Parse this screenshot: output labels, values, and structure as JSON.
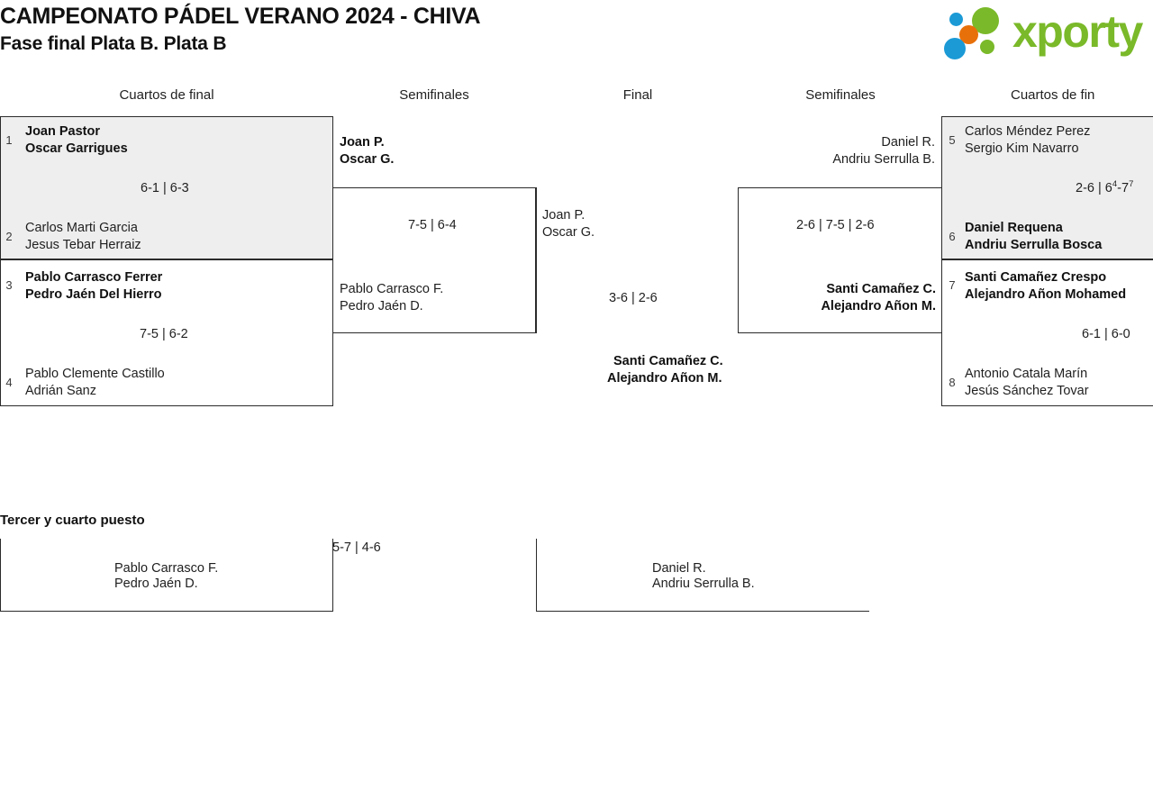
{
  "header": {
    "tournament_title": "CAMPEONATO PÁDEL VERANO 2024 - CHIVA",
    "phase_title": "Fase final Plata B. Plata B",
    "logo_text": "xporty",
    "logo_colors": {
      "green": "#7ab929",
      "blue": "#1b9ad6",
      "orange": "#e8700a"
    }
  },
  "round_headers": {
    "left_quarters": "Cuartos de final",
    "left_semis": "Semifinales",
    "final": "Final",
    "right_semis": "Semifinales",
    "right_quarters": "Cuartos de fin"
  },
  "bracket": {
    "left_quarterfinals": [
      {
        "score": "6-1 | 6-3",
        "top": {
          "seed": "1",
          "player1": "Joan Pastor",
          "player2": "Oscar Garrigues",
          "winner": true
        },
        "bottom": {
          "seed": "2",
          "player1": "Carlos Marti Garcia",
          "player2": "Jesus Tebar Herraiz",
          "winner": false
        }
      },
      {
        "score": "7-5 | 6-2",
        "top": {
          "seed": "3",
          "player1": "Pablo Carrasco Ferrer",
          "player2": "Pedro Jaén Del Hierro",
          "winner": true
        },
        "bottom": {
          "seed": "4",
          "player1": "Pablo Clemente Castillo",
          "player2": "Adrián Sanz",
          "winner": false
        }
      }
    ],
    "left_semifinal": {
      "score": "7-5 | 6-4",
      "top": {
        "player1": "Joan P.",
        "player2": "Oscar G.",
        "winner": true
      },
      "bottom": {
        "player1": "Pablo Carrasco F.",
        "player2": "Pedro Jaén D.",
        "winner": false
      }
    },
    "final_match": {
      "score": "3-6 | 2-6",
      "top": {
        "player1": "Joan P.",
        "player2": "Oscar G.",
        "winner": false
      },
      "bottom": {
        "player1": "Santi Camañez C.",
        "player2": "Alejandro Añon M.",
        "winner": true
      }
    },
    "right_semifinal": {
      "score": "2-6 | 7-5 | 2-6",
      "top": {
        "player1": "Daniel R.",
        "player2": "Andriu Serrulla B.",
        "winner": false
      },
      "bottom": {
        "player1": "Santi Camañez C.",
        "player2": "Alejandro Añon M.",
        "winner": true
      }
    },
    "right_quarterfinals": [
      {
        "score_prefix": "2-6 | 6",
        "score_sup1": "4",
        "score_mid": "-7",
        "score_sup2": "7",
        "top": {
          "seed": "5",
          "player1": "Carlos Méndez Perez",
          "player2": "Sergio Kim Navarro",
          "winner": false
        },
        "bottom": {
          "seed": "6",
          "player1": "Daniel Requena",
          "player2": "Andriu Serrulla Bosca",
          "winner": true
        }
      },
      {
        "score": "6-1 | 6-0",
        "top": {
          "seed": "7",
          "player1": "Santi Camañez Crespo",
          "player2": "Alejandro Añon Mohamed",
          "winner": true
        },
        "bottom": {
          "seed": "8",
          "player1": "Antonio Catala Marín",
          "player2": "Jesús Sánchez Tovar",
          "winner": false
        }
      }
    ]
  },
  "third_place": {
    "title": "Tercer y cuarto puesto",
    "score": "5-7 | 4-6",
    "left_team": {
      "player1": "Pablo Carrasco F.",
      "player2": "Pedro Jaén D."
    },
    "right_team": {
      "player1": "Daniel R.",
      "player2": "Andriu Serrulla B."
    }
  }
}
